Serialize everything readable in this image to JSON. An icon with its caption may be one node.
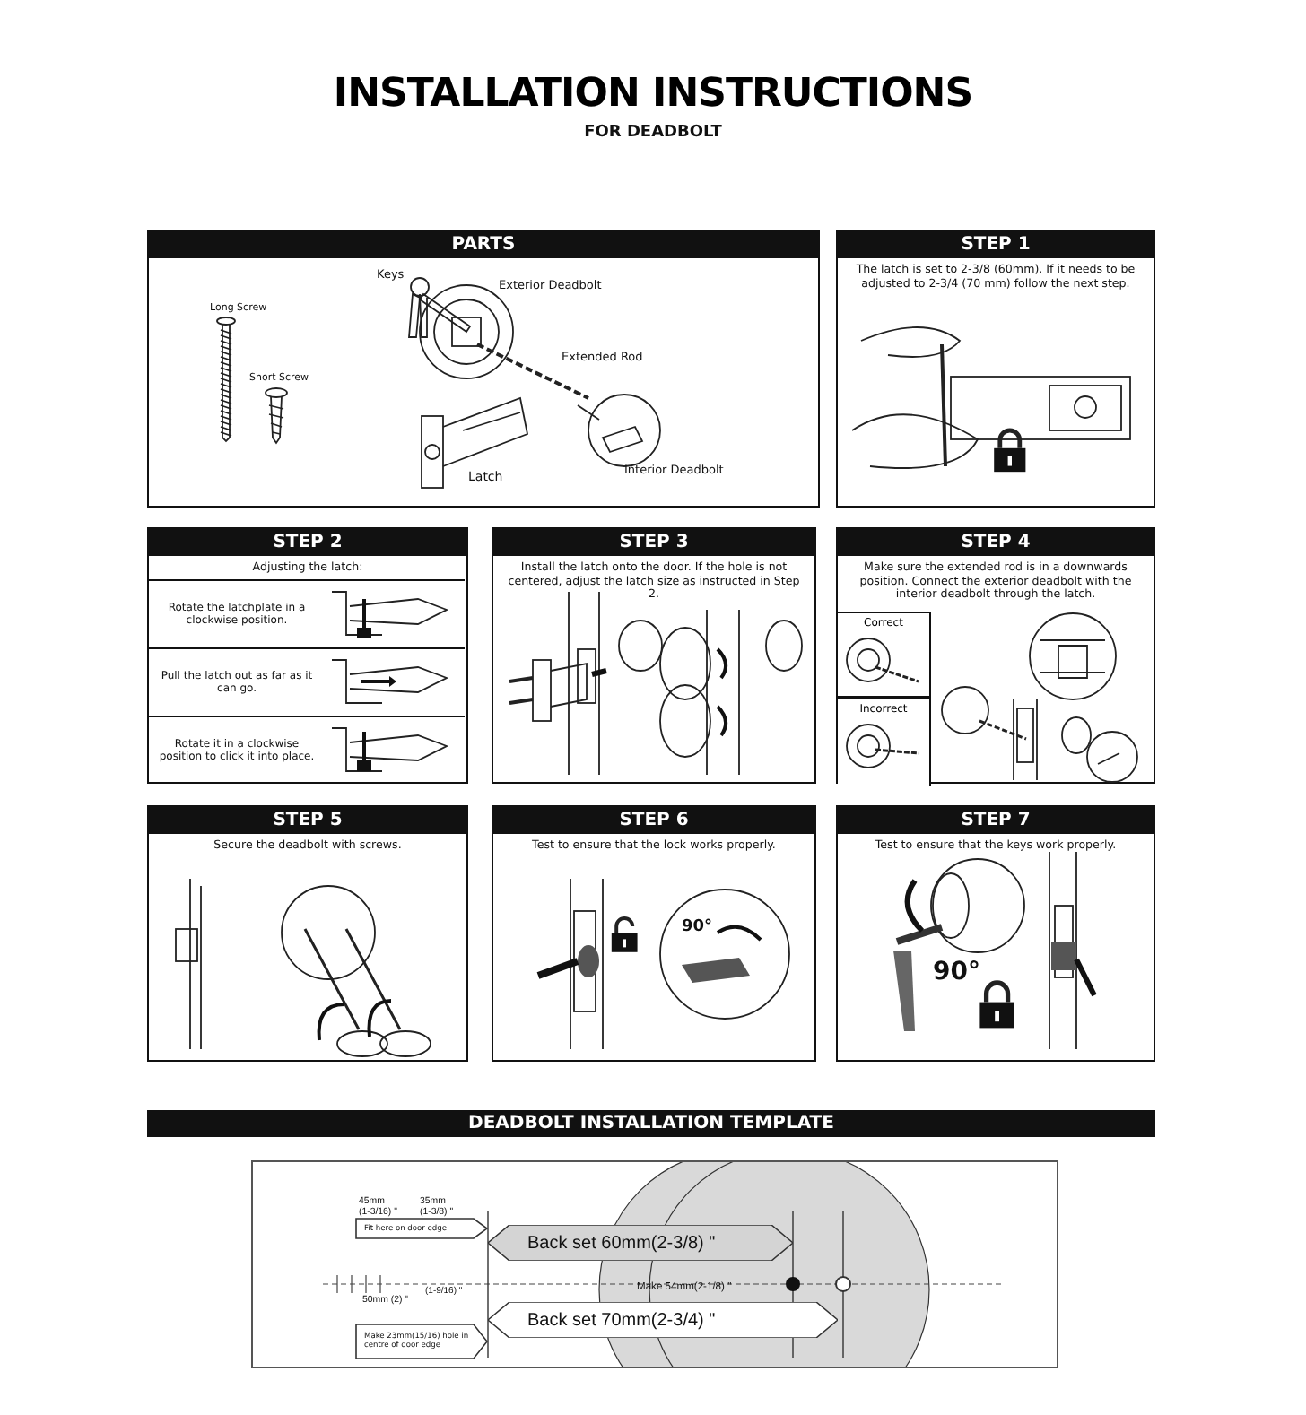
{
  "diagram": {
    "title": "INSTALLATION INSTRUCTIONS",
    "nodes": [
      {
        "text": [
          "PARTS"
        ]
      },
      {
        "text": [
          "STEP 1",
          "The latch is set to 2-3/8 (60mm). If it needs to be adjusted to 2-3/4 (70 mm) follow the next step."
        ]
      },
      {
        "text": [
          "STEP 2",
          "Adjusting the latch:"
        ]
      },
      {
        "text": [
          "Rotate the latchplate in a clockwise position."
        ],
        "in": 2
      },
      {
        "text": [
          "Pull the latch out as far as it can go."
        ],
        "in": 2
      },
      {
        "text": [
          "Rotate it in a clockwise position to click it into place."
        ],
        "in": 2
      },
      {
        "text": [
          "STEP 3",
          "Install the latch onto the door. If the hole is not centered, adjust the latch size as instructed in Step 2."
        ]
      },
      {
        "text": [
          "STEP 4",
          "Make sure the extended rod is in a downwards position. Connect the exterior deadbolt with the interior deadbolt through the latch."
        ]
      },
      {
        "text": [
          "Correct"
        ],
        "in": 7
      },
      {
        "text": [
          "Incorrect"
        ],
        "in": 7
      },
      {
        "text": [
          "STEP 5",
          "Secure the deadbolt with screws."
        ]
      },
      {
        "text": [
          "STEP 6",
          "Test to ensure that the lock works properly."
        ]
      },
      {
        "text": [
          "STEP 7",
          "Test to ensure that the keys work properly."
        ]
      },
      {
        "text": [
          "DEADBOLT INSTALLATION TEMPLATE"
        ]
      },
      {
        "text": [
          "Fit here on door edge"
        ],
        "in": 13
      },
      {
        "text": [
          "Back set 60mm(2-3/8) \""
        ],
        "in": 13
      },
      {
        "text": [
          "Back set 70mm(2-3/4) \""
        ],
        "in": 13
      },
      {
        "text": [
          "Make 23mm(15/16) hole in centre of door edge"
        ],
        "in": 13
      }
    ],
    "labels": [
      "FOR DEADBOLT",
      "Keys",
      "Exterior Deadbolt",
      "Long Screw",
      "Extended Rod",
      "Short Screw",
      "Latch",
      "Interior Deadbolt",
      "90°",
      "90°",
      "45mm (1-3/16) \"",
      "35mm (1-3/8) \"",
      "(1-9/16) \"",
      "50mm (2) \"",
      "Make 54mm(2-1/8) \""
    ]
  }
}
